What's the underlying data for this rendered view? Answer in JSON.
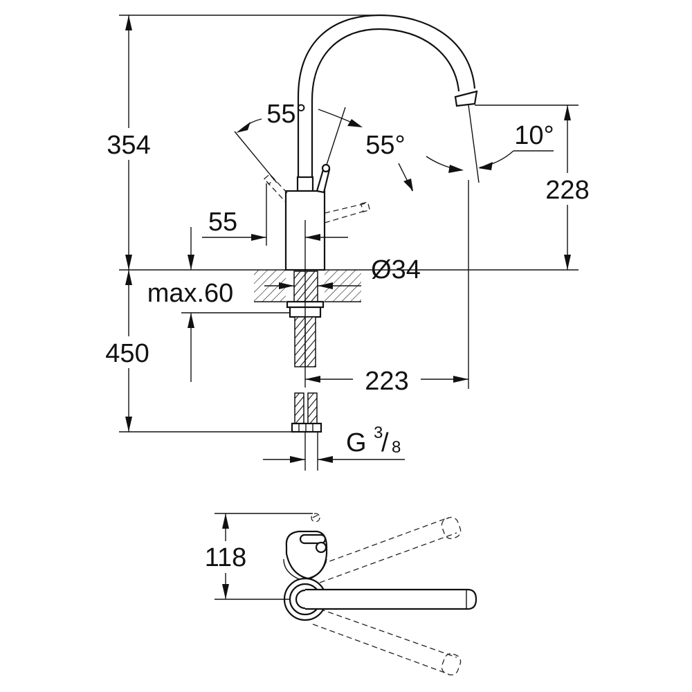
{
  "dimensions": {
    "total_height": "354",
    "spout_height": "228",
    "lever_angle_left": "55°",
    "lever_angle_right": "55°",
    "spout_tilt": "10°",
    "body_offset": "55",
    "diameter": "Ø34",
    "max_counter_thickness": "max.60",
    "hose_length": "450",
    "spout_reach": "223",
    "connection_thread_prefix": "G",
    "connection_thread_num": "3",
    "connection_thread_den": "8",
    "swivel_depth": "118"
  },
  "colors": {
    "line": "#111111",
    "background": "#ffffff"
  }
}
